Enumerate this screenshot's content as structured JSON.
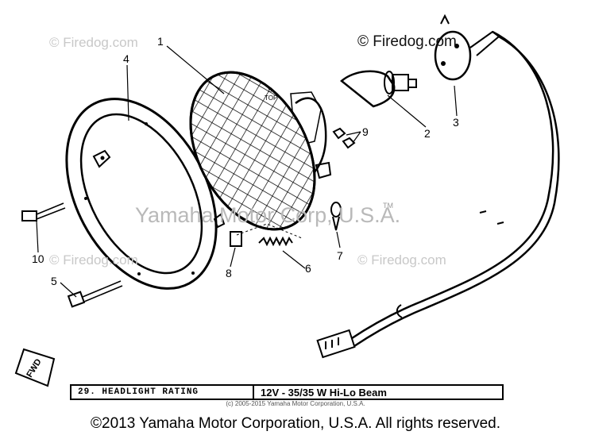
{
  "watermarks": {
    "firedog_top_left": "© Firedog.com",
    "firedog_top_right": "© Firedog.com",
    "firedog_mid_left": "© Firedog.com",
    "firedog_mid_right": "© Firedog.com",
    "yamaha_center": "Yamaha Motor Corp, U.S.A.",
    "tm": "TM"
  },
  "callouts": [
    "1",
    "2",
    "3",
    "4",
    "5",
    "6",
    "7",
    "8",
    "9",
    "10"
  ],
  "fwd_label": "FWD",
  "rating": {
    "label": "29.  HEADLIGHT RATING",
    "value": "12V - 35/35 W Hi-Lo Beam"
  },
  "small_credit": "(c) 2005-2015 Yamaha Motor Corporation, U.S.A.",
  "footer": "©2013 Yamaha Motor Corporation, U.S.A. All rights reserved."
}
